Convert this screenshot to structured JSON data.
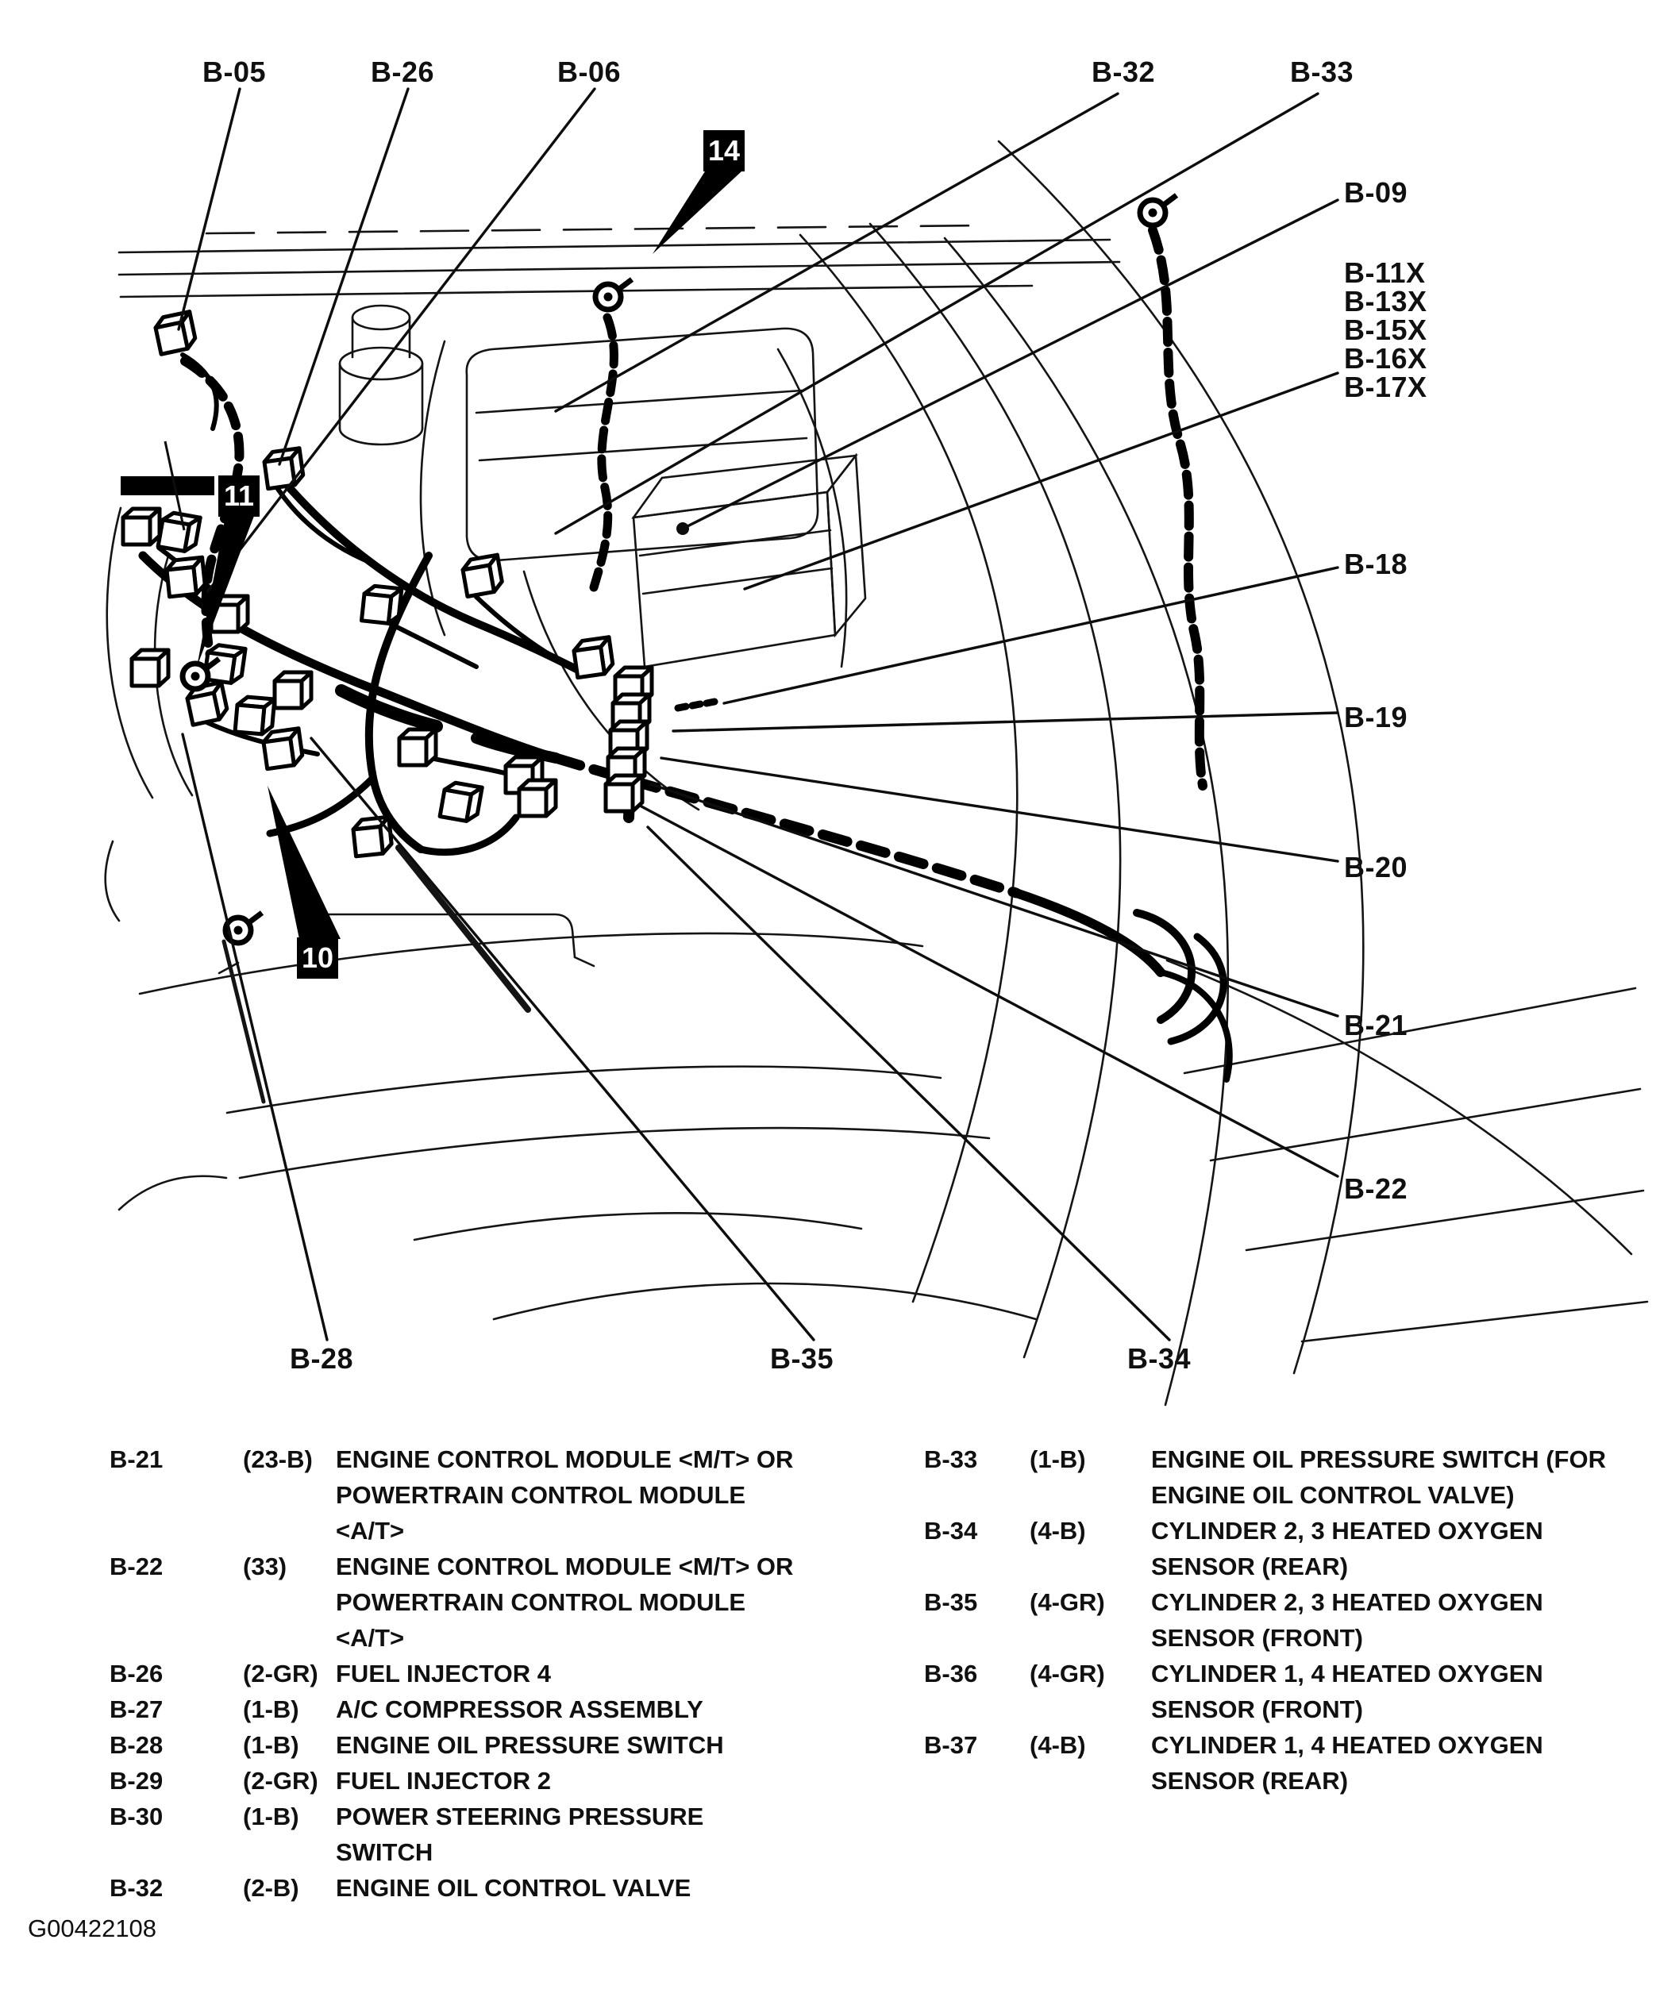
{
  "figure_code": "G00422108",
  "ink_color": "#0d0d0d",
  "diagram": {
    "labels": {
      "b05": "B-05",
      "b26": "B-26",
      "b06": "B-06",
      "b32": "B-32",
      "b33": "B-33",
      "b09": "B-09",
      "b11x": "B-11X",
      "b13x": "B-13X",
      "b15x": "B-15X",
      "b16x": "B-16X",
      "b17x": "B-17X",
      "b18": "B-18",
      "b19": "B-19",
      "b20": "B-20",
      "b21": "B-21",
      "b22": "B-22",
      "b28": "B-28",
      "b35": "B-35",
      "b34": "B-34"
    },
    "callouts": [
      {
        "number": "14"
      },
      {
        "number": "11"
      },
      {
        "number": "10"
      }
    ]
  },
  "legend": {
    "left": [
      {
        "id": "B-21",
        "pins": "(23-B)",
        "desc": "ENGINE CONTROL MODULE <M/T> OR POWERTRAIN CONTROL MODULE <A/T>"
      },
      {
        "id": "B-22",
        "pins": "(33)",
        "desc": "ENGINE CONTROL MODULE <M/T> OR POWERTRAIN CONTROL MODULE <A/T>"
      },
      {
        "id": "B-26",
        "pins": "(2-GR)",
        "desc": "FUEL INJECTOR 4"
      },
      {
        "id": "B-27",
        "pins": "(1-B)",
        "desc": "A/C COMPRESSOR ASSEMBLY"
      },
      {
        "id": "B-28",
        "pins": "(1-B)",
        "desc": "ENGINE OIL PRESSURE SWITCH"
      },
      {
        "id": "B-29",
        "pins": "(2-GR)",
        "desc": "FUEL INJECTOR 2"
      },
      {
        "id": "B-30",
        "pins": "(1-B)",
        "desc": "POWER STEERING PRESSURE SWITCH"
      },
      {
        "id": "B-32",
        "pins": "(2-B)",
        "desc": "ENGINE OIL CONTROL VALVE"
      }
    ],
    "right": [
      {
        "id": "B-33",
        "pins": "(1-B)",
        "desc": "ENGINE OIL PRESSURE SWITCH (FOR ENGINE OIL CONTROL VALVE)"
      },
      {
        "id": "B-34",
        "pins": "(4-B)",
        "desc": "CYLINDER 2, 3 HEATED OXYGEN SENSOR (REAR)"
      },
      {
        "id": "B-35",
        "pins": "(4-GR)",
        "desc": "CYLINDER 2, 3 HEATED OXYGEN SENSOR (FRONT)"
      },
      {
        "id": "B-36",
        "pins": "(4-GR)",
        "desc": "CYLINDER 1, 4 HEATED OXYGEN SENSOR (FRONT)"
      },
      {
        "id": "B-37",
        "pins": "(4-B)",
        "desc": "CYLINDER 1, 4 HEATED OXYGEN SENSOR (REAR)"
      }
    ]
  }
}
